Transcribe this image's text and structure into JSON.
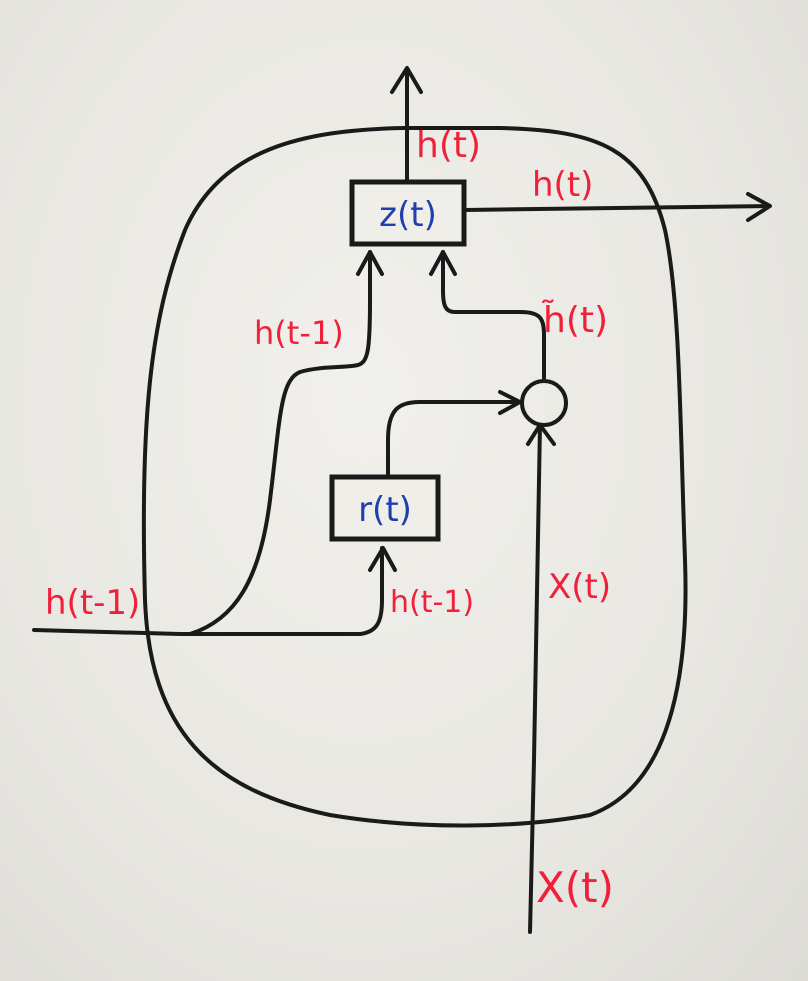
{
  "gates": {
    "update": "z(t)",
    "reset": "r(t)"
  },
  "labels": {
    "output_up": "h(t)",
    "output_right": "h(t)",
    "prev_hidden_to_update": "h(t-1)",
    "candidate": "h̃(t)",
    "input_left": "h(t-1)",
    "prev_hidden_to_reset": "h(t-1)",
    "input_to_candidate": "X(t)",
    "input_bottom": "X(t)"
  },
  "colors": {
    "label": "#f0203a",
    "gate": "#1f3fb0",
    "ink": "#1a1a1a"
  }
}
